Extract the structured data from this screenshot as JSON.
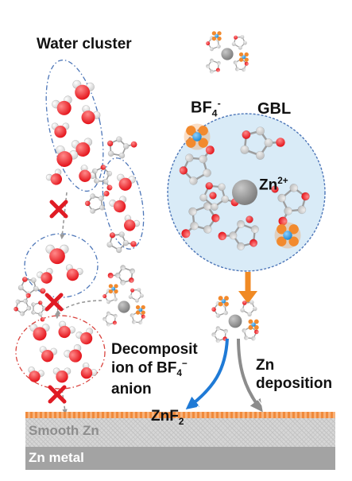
{
  "labels": {
    "water_cluster": "Water cluster",
    "bf4_base": "BF",
    "bf4_sub": "4",
    "bf4_sup": "-",
    "gbl": "GBL",
    "zn_base": "Zn",
    "zn_sup": "2+",
    "decomp_line1": "Decomposit",
    "decomp_line2_base": "ion of BF",
    "decomp_line2_sub": "4",
    "decomp_line2_sup": "−",
    "decomp_line3": "anion",
    "zn_dep_line1": "Zn",
    "zn_dep_line2": "deposition",
    "znf2_base": "ZnF",
    "znf2_sub": "2",
    "smooth_zn": "Smooth Zn",
    "zn_metal": "Zn metal"
  },
  "colors": {
    "oxygen": "#e4141b",
    "hydrogen": "#f4f4f4",
    "carbon": "#bdbdbd",
    "zinc": "#7d7d7d",
    "boron": "#1e88d0",
    "fluorine": "#f28a2e",
    "solvation_sphere": "#d9ebf7",
    "blocked_mark": "#e01b24",
    "arrow_orange": "#f08a24",
    "arrow_blue": "#1f7ad6",
    "arrow_grey": "#8c8c8c"
  }
}
